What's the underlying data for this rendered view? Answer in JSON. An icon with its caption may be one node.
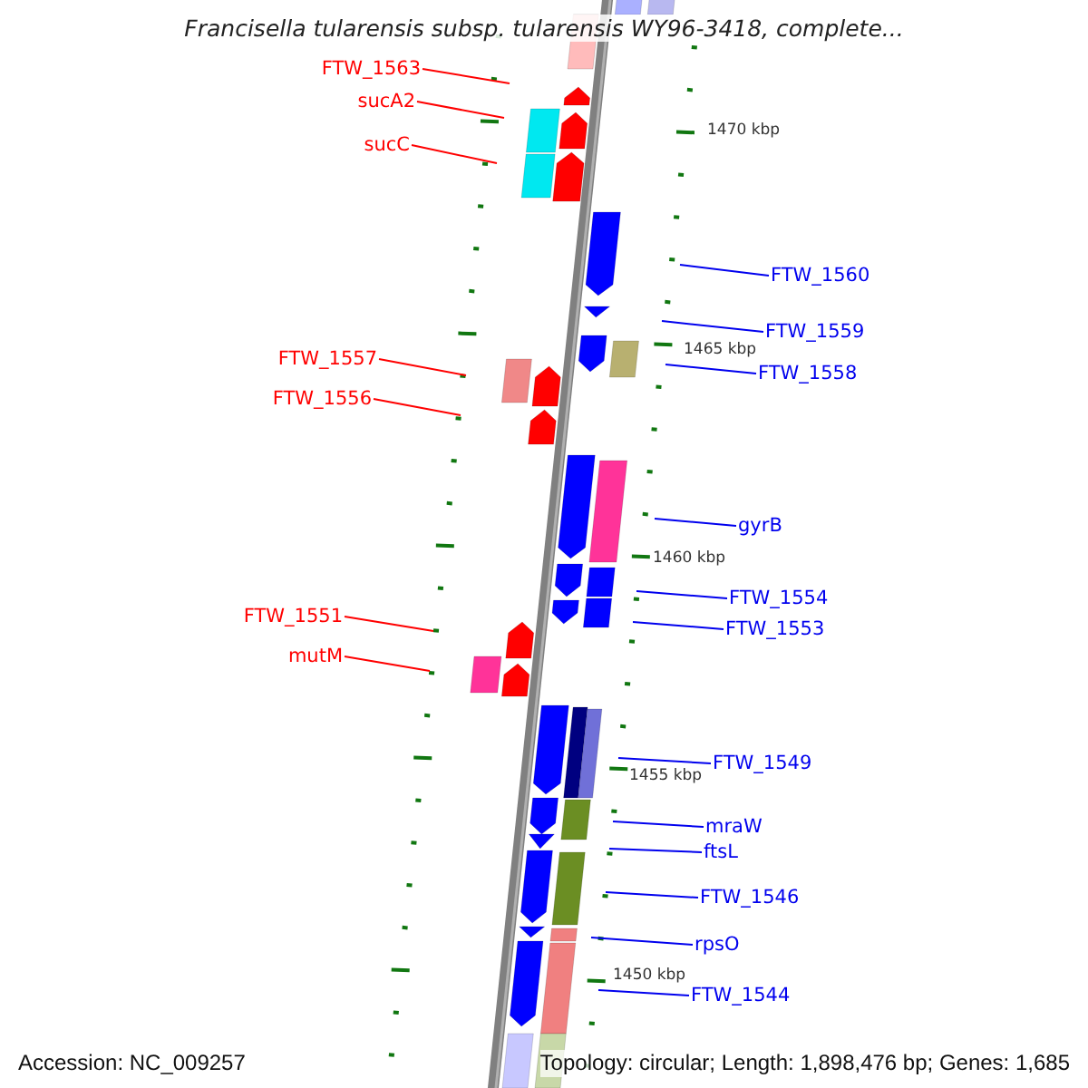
{
  "diagram": {
    "title": "Francisella tularensis subsp. tularensis WY96-3418, complete...",
    "nodes": [
      {
        "text": [
          "FTW_1563"
        ]
      },
      {
        "text": [
          "sucA2"
        ]
      },
      {
        "text": [
          "sucC"
        ]
      },
      {
        "text": [
          "FTW_1560"
        ]
      },
      {
        "text": [
          "FTW_1559"
        ]
      },
      {
        "text": [
          "FTW_1557"
        ]
      },
      {
        "text": [
          "FTW_1558"
        ]
      },
      {
        "text": [
          "FTW_1556"
        ]
      },
      {
        "text": [
          "gyrB"
        ]
      },
      {
        "text": [
          "FTW_1554"
        ]
      },
      {
        "text": [
          "FTW_1551"
        ]
      },
      {
        "text": [
          "FTW_1553"
        ]
      },
      {
        "text": [
          "mutM"
        ]
      },
      {
        "text": [
          "FTW_1549"
        ]
      },
      {
        "text": [
          "mraW"
        ]
      },
      {
        "text": [
          "ftsL"
        ]
      },
      {
        "text": [
          "FTW_1546"
        ]
      },
      {
        "text": [
          "rpsO"
        ]
      },
      {
        "text": [
          "FTW_1544"
        ]
      }
    ],
    "edges": [
      {
        "from": 0,
        "to": null,
        "arrow": "none",
        "color": "#ff0000"
      },
      {
        "from": 1,
        "to": null,
        "arrow": "none",
        "color": "#ff0000"
      },
      {
        "from": 2,
        "to": null,
        "arrow": "none",
        "color": "#ff0000"
      },
      {
        "from": 3,
        "to": null,
        "arrow": "none"
      },
      {
        "from": 4,
        "to": null,
        "arrow": "none"
      },
      {
        "from": 5,
        "to": null,
        "arrow": "none",
        "color": "#ff0000"
      },
      {
        "from": 6,
        "to": null,
        "arrow": "none"
      },
      {
        "from": 7,
        "to": null,
        "arrow": "none",
        "color": "#ff0000"
      },
      {
        "from": 8,
        "to": null,
        "arrow": "none"
      },
      {
        "from": 9,
        "to": null,
        "arrow": "none"
      },
      {
        "from": 10,
        "to": null,
        "arrow": "none",
        "color": "#ff0000"
      },
      {
        "from": 11,
        "to": null,
        "arrow": "none"
      },
      {
        "from": 12,
        "to": null,
        "arrow": "none",
        "color": "#ff0000"
      },
      {
        "from": 13,
        "to": null,
        "arrow": "none"
      },
      {
        "from": 14,
        "to": null,
        "arrow": "none"
      },
      {
        "from": 15,
        "to": null,
        "arrow": "none"
      },
      {
        "from": 16,
        "to": null,
        "arrow": "none"
      },
      {
        "from": 17,
        "to": null,
        "arrow": "none"
      },
      {
        "from": 18,
        "to": null,
        "arrow": "none"
      }
    ],
    "labels": [
      "1470 kbp",
      "1465 kbp",
      "1460 kbp",
      "1455 kbp",
      "1450 kbp",
      "Accession: NC_009257",
      "Topology: circular; Length: 1,898,476 bp; Genes: 1,685"
    ]
  }
}
